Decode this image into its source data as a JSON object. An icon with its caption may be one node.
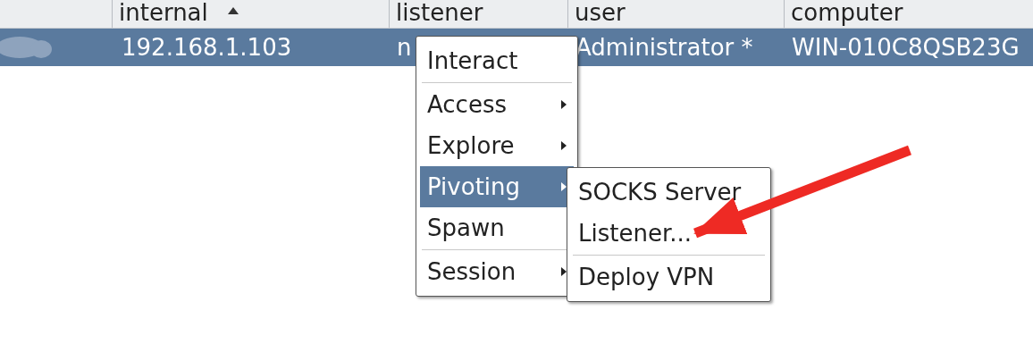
{
  "diagram": {
    "nodes": [
      {
        "text": [],
        "shape": "box"
      },
      {
        "text": [
          "Interact"
        ],
        "in": 0
      },
      {
        "text": [
          "Access"
        ],
        "in": 0
      },
      {
        "text": [
          "Explore"
        ],
        "in": 0
      },
      {
        "text": [
          "Pivoting"
        ],
        "in": 0
      },
      {
        "text": [
          "Spawn"
        ],
        "in": 0
      },
      {
        "text": [
          "Session"
        ],
        "in": 0
      },
      {
        "text": [],
        "shape": "box"
      },
      {
        "text": [
          "SOCKS Server"
        ],
        "in": 7
      },
      {
        "text": [
          "Listener..."
        ],
        "in": 7
      },
      {
        "text": [
          "Deploy VPN"
        ],
        "in": 7
      }
    ],
    "edges": [
      {
        "from": null,
        "to": 9,
        "arrow": "to",
        "color": "#ee2a24"
      }
    ],
    "labels": [
      "internal",
      "listener",
      "user",
      "computer",
      "192.168.1.103",
      "n",
      "Administrator *",
      "WIN-010C8QSB23G"
    ]
  }
}
